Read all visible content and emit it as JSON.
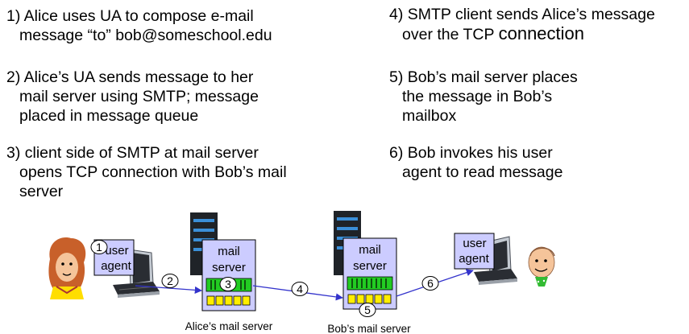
{
  "steps": [
    {
      "lines": [
        "1) Alice uses UA to compose e-mail",
        "message “to” bob@someschool.edu"
      ]
    },
    {
      "lines": [
        "2) Alice’s UA sends message to her",
        "mail server using SMTP; message",
        "placed in message queue"
      ]
    },
    {
      "lines": [
        "3) client side of SMTP at mail server",
        "opens TCP connection with Bob’s mail",
        "server"
      ]
    },
    {
      "lines": [
        "4) SMTP client sends Alice’s message",
        "over the TCP "
      ],
      "emph": "connection"
    },
    {
      "lines": [
        "5) Bob’s mail server places",
        "the message in Bob’s",
        "mailbox"
      ]
    },
    {
      "lines": [
        "6) Bob invokes his user",
        "agent to read message"
      ]
    }
  ],
  "diagram": {
    "alice_ua": {
      "line1": "user",
      "line2": "agent"
    },
    "alice_server": {
      "line1": "mail",
      "line2": "server",
      "caption": "Alice’s mail server"
    },
    "bob_server": {
      "line1": "mail",
      "line2": "server",
      "caption": "Bob’s mail server"
    },
    "bob_ua": {
      "line1": "user",
      "line2": "agent"
    },
    "markers": [
      "1",
      "2",
      "3",
      "4",
      "5",
      "6"
    ],
    "colors": {
      "box_fill": "#ccccff",
      "queue_green": "#22cc22",
      "mailbox_yellow": "#ffee00",
      "arrow": "#3333cc",
      "server_dark": "#1f2328",
      "server_led": "#3b8fd8"
    }
  }
}
